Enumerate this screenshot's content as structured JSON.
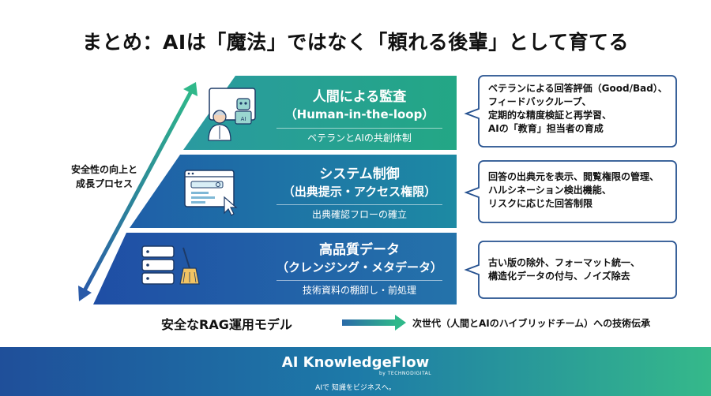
{
  "title": "まとめ：AIは「魔法」ではなく「頼れる後輩」として育てる",
  "side_label": [
    "安全性の向上と",
    "成長プロセス"
  ],
  "tiers": [
    {
      "title": "人間による監査",
      "subtitle": "（Human-in-the-loop）",
      "note": "ベテランとAIの共創体制",
      "callout": [
        "ベテランによる回答評価（Good/Bad）、",
        "フィードバックループ、",
        "定期的な精度検証と再学習、",
        "AIの「教育」担当者の育成"
      ],
      "icon": "veteran-with-ai-robot-icon"
    },
    {
      "title": "システム制御",
      "subtitle": "（出典提示・アクセス権限）",
      "note": "出典確認フローの確立",
      "callout": [
        "回答の出典元を表示、閲覧権限の管理、",
        "ハルシネーション検出機能、",
        "リスクに応じた回答制限"
      ],
      "icon": "browser-search-cursor-icon"
    },
    {
      "title": "高品質データ",
      "subtitle": "（クレンジング・メタデータ）",
      "note": "技術資料の棚卸し・前処理",
      "callout": [
        "古い版の除外、フォーマット統一、",
        "構造化データの付与、ノイズ除去"
      ],
      "icon": "database-broom-icon"
    }
  ],
  "model_label": "安全なRAG運用モデル",
  "next_label": "次世代（人間とAIのハイブリッドチーム）への技術伝承",
  "footer": {
    "brand": "AI KnowledgeFlow",
    "by": "by TECHNODIGITAL",
    "tagline": "AIで 知識をビジネスへ。"
  },
  "colors": {
    "tier_top": "#1f9e86",
    "tier_mid": "#1f78a8",
    "tier_bottom": "#2158a8",
    "accent_green": "#2bb58a",
    "accent_blue": "#2a5ea8",
    "callout_border": "#24508f"
  }
}
